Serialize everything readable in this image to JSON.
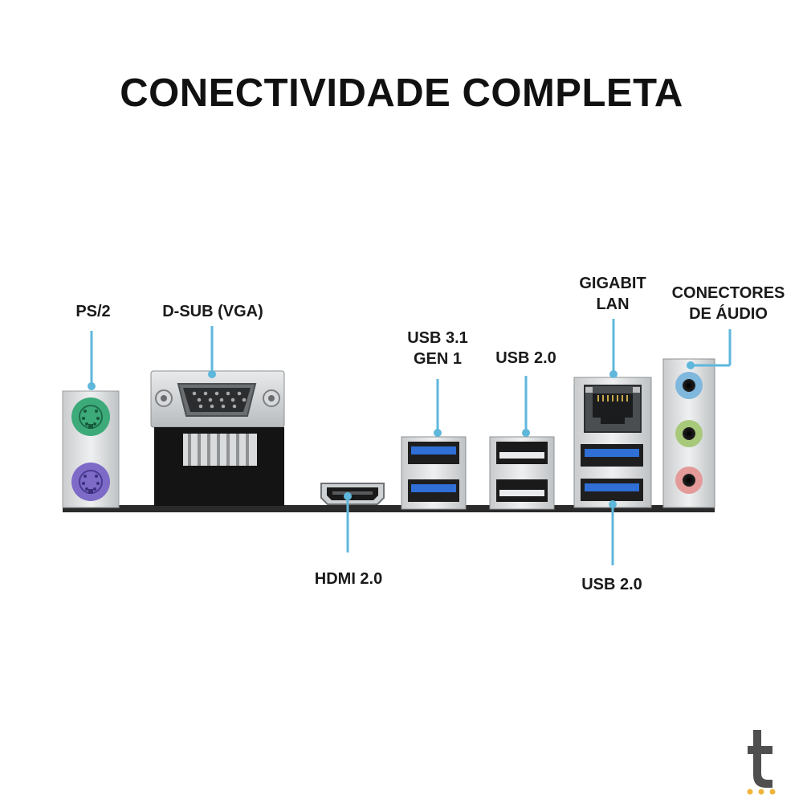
{
  "title": "CONECTIVIDADE COMPLETA",
  "labels": {
    "ps2": "PS/2",
    "dsub": "D-SUB (VGA)",
    "usb31_line1": "USB 3.1",
    "usb31_line2": "GEN 1",
    "usb20_top": "USB 2.0",
    "gigabit_line1": "GIGABIT",
    "gigabit_line2": "LAN",
    "audio_line1": "CONECTORES",
    "audio_line2": "DE ÁUDIO",
    "hdmi": "HDMI 2.0",
    "usb20_bottom": "USB 2.0"
  },
  "colors": {
    "leader": "#5fb7dc",
    "usb3_blue": "#2f6fd6",
    "ps2_green": "#3daa7a",
    "ps2_purple": "#7d6bc7",
    "audio_blue": "#7fb7dd",
    "audio_green": "#a8c97a",
    "audio_pink": "#e39a98"
  },
  "logo": {
    "letter": "t",
    "icon": "brand-logo-icon"
  }
}
